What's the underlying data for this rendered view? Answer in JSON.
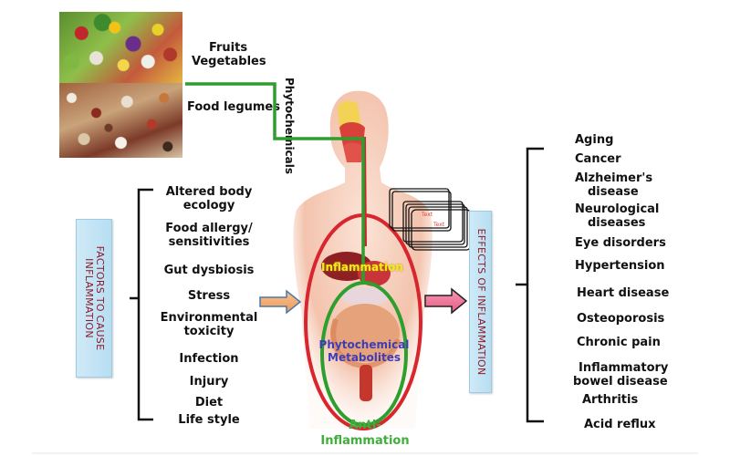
{
  "food_sources": {
    "image_label": "fruits-vegetables-legumes-photo",
    "fruits_vegetables": [
      "Fruits",
      "Vegetables"
    ],
    "legumes": "Food legumes",
    "pathway_label": "Phytochemicals"
  },
  "factors": {
    "title": "FACTORS TO CAUSE INFLAMMATION",
    "items": [
      [
        "Altered body",
        "ecology"
      ],
      [
        "Food allergy/",
        "sensitivities"
      ],
      [
        "Gut dysbiosis"
      ],
      [
        "Stress"
      ],
      [
        "Environmental",
        "toxicity"
      ],
      [
        "Infection"
      ],
      [
        "Injury"
      ],
      [
        "Diet"
      ],
      [
        "Life style"
      ]
    ]
  },
  "body": {
    "inflammation_label": "Inflammation",
    "metabolites_label": [
      "Phytochemical",
      "Metabolites"
    ],
    "anti_label": [
      "Anti-",
      "Inflammation"
    ],
    "placeholder_texts": [
      "Text",
      "Text"
    ]
  },
  "effects": {
    "title": "EFFECTS OF INFLAMMATION",
    "items": [
      [
        "Aging"
      ],
      [
        "Cancer"
      ],
      [
        "Alzheimer's",
        "disease"
      ],
      [
        "Neurological",
        "diseases"
      ],
      [
        "Eye disorders"
      ],
      [
        "Hypertension"
      ],
      [
        "Heart disease"
      ],
      [
        "Osteoporosis"
      ],
      [
        "Chronic pain"
      ],
      [
        "Inflammatory",
        "bowel disease"
      ],
      [
        "Arthritis"
      ],
      [
        "Acid reflux"
      ]
    ]
  },
  "colors": {
    "pathway_green": "#2e9e2e",
    "inflammation_red": "#d9262e",
    "anti_green": "#3fae3a",
    "box_blue": "#c4e4f5",
    "box_text": "#8b1a2b",
    "arrow_orange": "#f4a56a",
    "arrow_pink": "#ec6a92"
  }
}
